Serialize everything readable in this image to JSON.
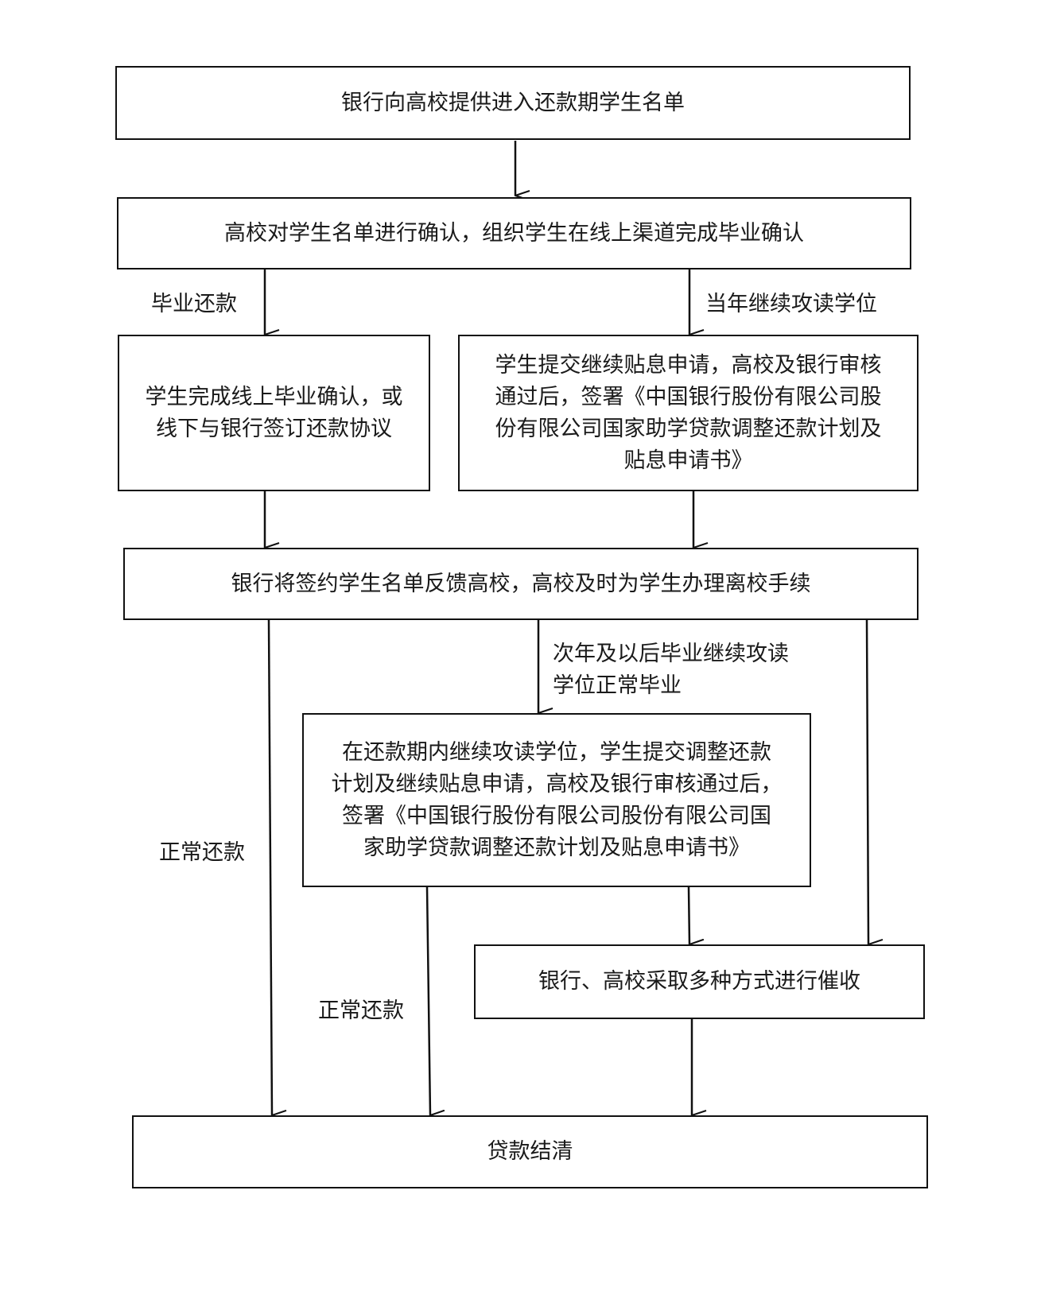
{
  "diagram": {
    "nodes": {
      "n1": {
        "text": "银行向高校提供进入还款期学生名单"
      },
      "n2": {
        "text": "高校对学生名单进行确认，组织学生在线上渠道完成毕业确认"
      },
      "n3": {
        "lines": [
          "学生完成线上毕业确认，或",
          "线下与银行签订还款协议"
        ]
      },
      "n4": {
        "lines": [
          "学生提交继续贴息申请，高校及银行审核",
          "通过后，签署《中国银行股份有限公司股",
          "份有限公司国家助学贷款调整还款计划及",
          "贴息申请书》"
        ]
      },
      "n5": {
        "text": "银行将签约学生名单反馈高校，高校及时为学生办理离校手续"
      },
      "n6": {
        "lines": [
          "在还款期内继续攻读学位，学生提交调整还款",
          "计划及继续贴息申请，高校及银行审核通过后，",
          "签署《中国银行股份有限公司股份有限公司国",
          "家助学贷款调整还款计划及贴息申请书》"
        ]
      },
      "n7": {
        "text": "银行、高校采取多种方式进行催收"
      },
      "n8": {
        "text": "贷款结清"
      }
    },
    "edge_labels": {
      "graduate_repay": "毕业还款",
      "continue_same_year": "当年继续攻读学位",
      "next_year": [
        "次年及以后毕业继续攻读",
        "学位正常毕业"
      ],
      "normal_repay_1": "正常还款",
      "normal_repay_2": "正常还款"
    },
    "edges": [
      {
        "from": "n1",
        "to": "n2"
      },
      {
        "from": "n2",
        "to": "n3",
        "label": "graduate_repay"
      },
      {
        "from": "n2",
        "to": "n4",
        "label": "continue_same_year"
      },
      {
        "from": "n3",
        "to": "n5"
      },
      {
        "from": "n4",
        "to": "n5"
      },
      {
        "from": "n5",
        "to": "n8",
        "label": "normal_repay_1"
      },
      {
        "from": "n5",
        "to": "n6",
        "label": "next_year"
      },
      {
        "from": "n5",
        "to": "n7"
      },
      {
        "from": "n6",
        "to": "n8",
        "label": "normal_repay_2"
      },
      {
        "from": "n6",
        "to": "n7"
      },
      {
        "from": "n7",
        "to": "n8"
      }
    ]
  }
}
